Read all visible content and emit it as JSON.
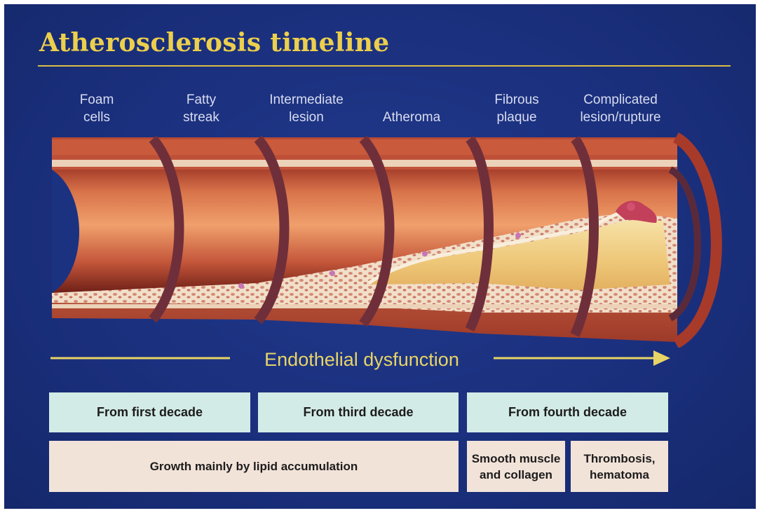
{
  "title": "Atherosclerosis timeline",
  "stages": [
    {
      "label": "Foam\ncells"
    },
    {
      "label": "Fatty\nstreak"
    },
    {
      "label": "Intermediate\nlesion"
    },
    {
      "label": "Atheroma"
    },
    {
      "label": "Fibrous\nplaque"
    },
    {
      "label": "Complicated\nlesion/rupture"
    }
  ],
  "progress_arrow": {
    "label": "Endothelial dysfunction"
  },
  "decades": [
    {
      "label": "From first decade"
    },
    {
      "label": "From third decade"
    },
    {
      "label": "From fourth decade"
    }
  ],
  "mechanisms": [
    {
      "label": "Growth mainly by lipid accumulation"
    },
    {
      "label": "Smooth muscle\nand collagen"
    },
    {
      "label": "Thrombosis,\nhematoma"
    }
  ],
  "colors": {
    "background": "#1b3281",
    "title": "#eccf4c",
    "arrow": "#e8d466",
    "vessel_wall": "#c8543a",
    "lumen": "#e07a4e",
    "lipid_core": "#f1d089",
    "decade_box": "#d3ebe6",
    "mechanism_box": "#f2e3d9"
  }
}
